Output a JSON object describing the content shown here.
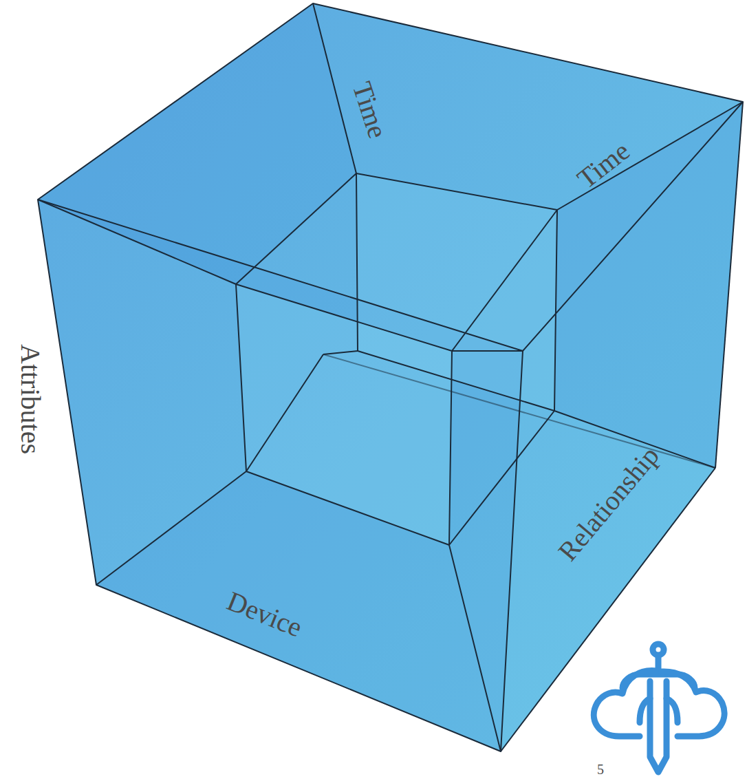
{
  "diagram": {
    "labels": [
      "Time",
      "Time",
      "Attributes",
      "Device",
      "Relationship",
      "5"
    ]
  }
}
